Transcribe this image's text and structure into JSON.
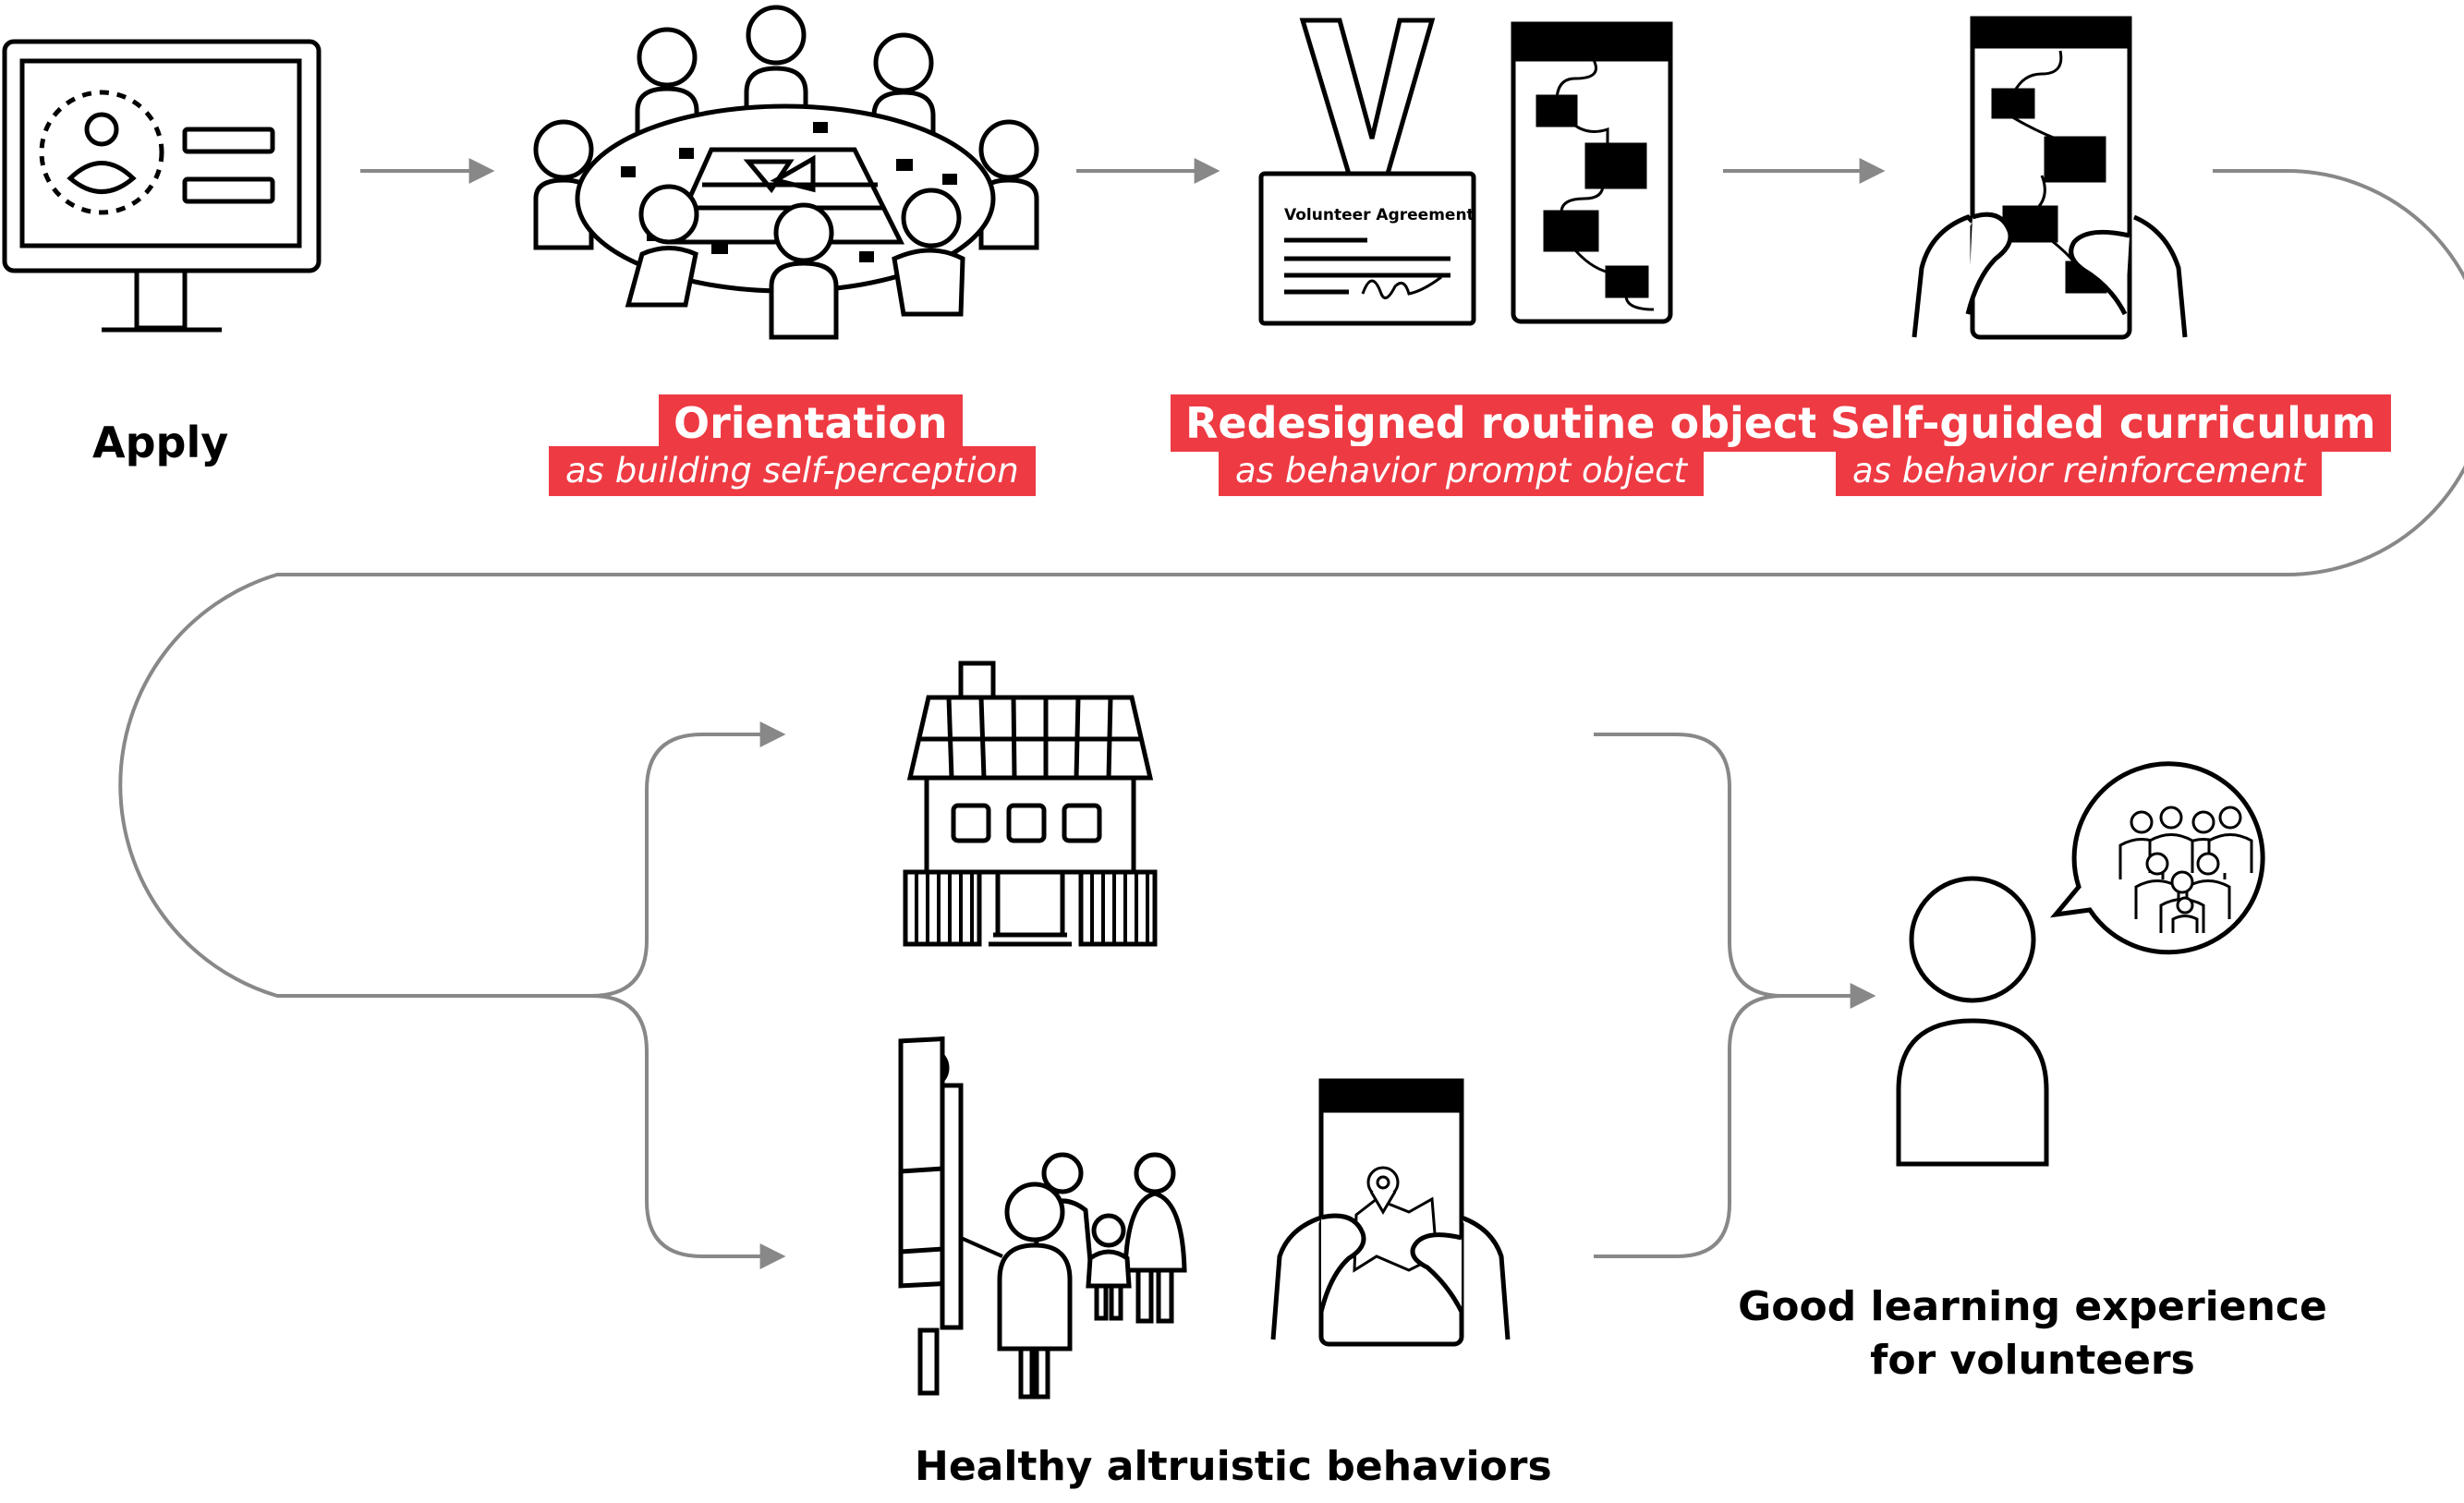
{
  "steps": {
    "apply": {
      "label": "Apply"
    },
    "orientation": {
      "title": "Orientation",
      "subtitle": "as building self-perception"
    },
    "routine_object": {
      "title": "Redesigned routine object",
      "subtitle": "as behavior prompt object"
    },
    "curriculum": {
      "title": "Self-guided curriculum",
      "subtitle": "as behavior reinforcement"
    }
  },
  "agreement_card": {
    "heading": "Volunteer Agreement"
  },
  "behaviors": {
    "label": "Healthy altruistic behaviors"
  },
  "outcome": {
    "line1": "Good learning experience",
    "line2": "for volunteers"
  },
  "colors": {
    "accent": "#ee3a43",
    "line": "#888888",
    "ink": "#000000"
  },
  "icons": [
    "computer-profile-icon",
    "meeting-table-icon",
    "lanyard-badge-icon",
    "phone-flowchart-icon",
    "hands-phone-icon",
    "house-icon",
    "street-sign-family-icon",
    "hands-phone-map-icon",
    "person-speech-bubble-icon"
  ]
}
